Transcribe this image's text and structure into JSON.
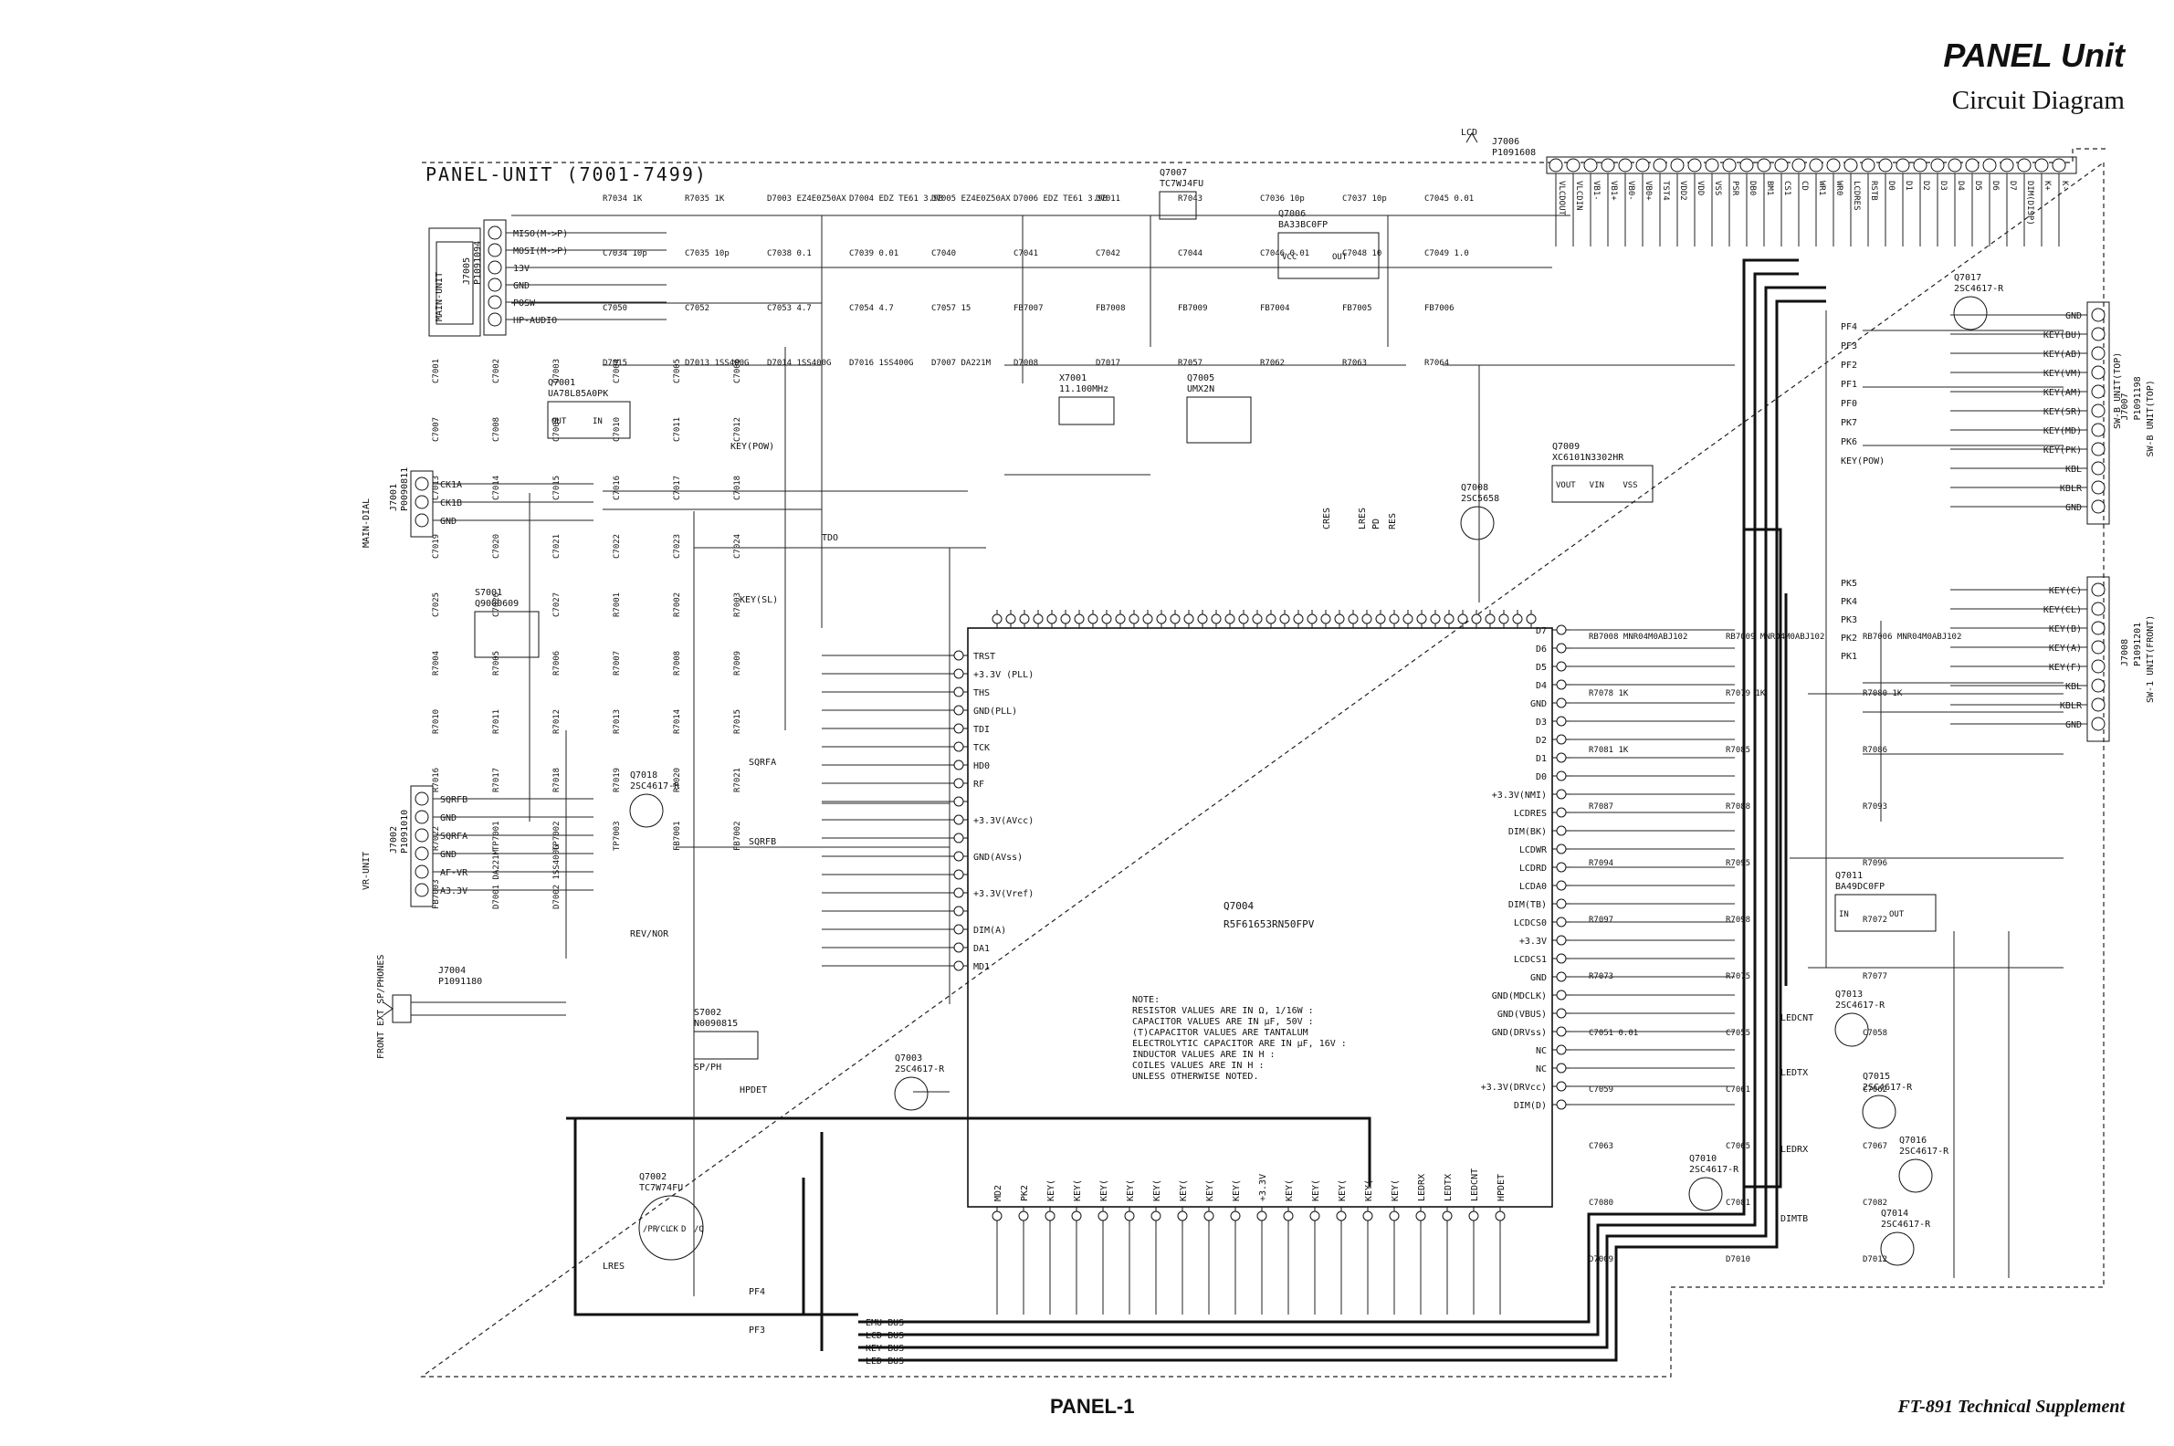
{
  "header": {
    "title": "PANEL Unit",
    "subtitle": "Circuit Diagram"
  },
  "footer": {
    "page": "PANEL-1",
    "doc": "FT-891 Technical Supplement"
  },
  "board": {
    "label": "PANEL-UNIT (7001-7499)"
  },
  "ic": {
    "ref": "Q7004",
    "part": "R5F61653RN50FPV",
    "left_pins": [
      "TRST",
      "+3.3V (PLL)",
      "THS",
      "GND(PLL)",
      "TDI",
      "TCK",
      "HD0",
      "RF",
      "",
      "+3.3V(AVcc)",
      "",
      "GND(AVss)",
      "",
      "+3.3V(Vref)",
      "",
      "DIM(A)",
      "DA1",
      "MD1"
    ],
    "right_pins": [
      "D7",
      "D6",
      "D5",
      "D4",
      "GND",
      "D3",
      "D2",
      "D1",
      "D0",
      "+3.3V(NMI)",
      "LCDRES",
      "DIM(BK)",
      "LCDWR",
      "LCDRD",
      "LCDA0",
      "DIM(TB)",
      "LCDCS0",
      "+3.3V",
      "LCDCS1",
      "GND",
      "GND(MDCLK)",
      "GND(VBUS)",
      "GND(DRVss)",
      "NC",
      "NC",
      "+3.3V(DRVcc)",
      "DIM(D)"
    ],
    "bottom_pins": [
      "MD2",
      "PK2",
      "KEY(",
      "KEY(",
      "KEY(",
      "KEY(",
      "KEY(",
      "KEY(",
      "KEY(",
      "KEY(",
      "+3.3V",
      "KEY(",
      "KEY(",
      "KEY(",
      "KEY(",
      "KEY(",
      "LEDRX",
      "LEDTX",
      "LEDCNT",
      "HPDET"
    ]
  },
  "connectors": {
    "j7005": {
      "ref": "J7005",
      "part": "P1091094",
      "side": "MAIN-UNIT",
      "pins": [
        "MISO(M->P)",
        "MOSI(M->P)",
        "13V",
        "GND",
        "POSW",
        "HP-AUDIO"
      ]
    },
    "j7001": {
      "ref": "J7001",
      "part": "P0090811",
      "side": "MAIN-DIAL",
      "pins": [
        "CK1A",
        "CK1B",
        "GND"
      ]
    },
    "j7002": {
      "ref": "J7002",
      "part": "P1091010",
      "side": "VR-UNIT",
      "pins": [
        "SQRFB",
        "GND",
        "SQRFA",
        "GND",
        "AF-VR",
        "A3.3V"
      ]
    },
    "j7004": {
      "ref": "J7004",
      "part": "P1091180",
      "side": "FRONT EXT SP/PHONES"
    },
    "j7006": {
      "ref": "J7006",
      "part": "P1091608",
      "top": "LCD",
      "pins": [
        "VLCDOUT",
        "VLCDIN",
        "VB1-",
        "VB1+",
        "VB0-",
        "VB0+",
        "TST4",
        "VDD2",
        "VDD",
        "VSS",
        "PSR",
        "DB0",
        "BM1",
        "CS1",
        "CD",
        "WR1",
        "WR0",
        "LCDRES",
        "RSTB",
        "D0",
        "D1",
        "D2",
        "D3",
        "D4",
        "D5",
        "D6",
        "D7",
        "DIM(DISP)",
        "K+",
        "K-"
      ]
    },
    "j7007": {
      "ref": "J7007",
      "part": "P1091198",
      "side": "SW-B UNIT(TOP)",
      "pins": [
        "GND",
        "KEY(BU)",
        "KEY(AB)",
        "KEY(VM)",
        "KEY(AM)",
        "KEY(SR)",
        "KEY(MD)",
        "KEY(PK)",
        "KBL",
        "KBLR",
        "GND"
      ],
      "nets": [
        "PF4",
        "PF3",
        "PF2",
        "PF1",
        "PF0",
        "PK7",
        "PK6",
        "KEY(POW)"
      ]
    },
    "j7008": {
      "ref": "J7008",
      "part": "P1091201",
      "side": "SW-1 UNIT(FRONT)",
      "pins": [
        "KEY(C)",
        "KEY(CL)",
        "KEY(B)",
        "KEY(A)",
        "KEY(F)",
        "KBL",
        "KBLR",
        "GND"
      ],
      "nets": [
        "PK5",
        "PK4",
        "PK3",
        "PK2",
        "PK1"
      ]
    }
  },
  "components": {
    "q7001": {
      "ref": "Q7001",
      "part": "UA78L85A0PK",
      "pins": [
        "OUT",
        "IN"
      ]
    },
    "q7002": {
      "ref": "Q7002",
      "part": "TC7W74FU",
      "pins": [
        "/PR",
        "/CL",
        "CK",
        "D",
        "/Q"
      ]
    },
    "q7003": {
      "ref": "Q7003",
      "part": "2SC4617-R"
    },
    "q7005": {
      "ref": "Q7005",
      "part": "UMX2N"
    },
    "q7006": {
      "ref": "Q7006",
      "part": "BA33BC0FP",
      "pins": [
        "VCC",
        "OUT"
      ]
    },
    "q7007": {
      "ref": "Q7007",
      "part": "TC7WJ4FU"
    },
    "q7008": {
      "ref": "Q7008",
      "part": "2SC5658"
    },
    "q7009": {
      "ref": "Q7009",
      "part": "XC6101N3302HR",
      "pins": [
        "VOUT",
        "VIN",
        "VSS"
      ]
    },
    "q7010": {
      "ref": "Q7010",
      "part": "2SC4617-R"
    },
    "q7011": {
      "ref": "Q7011",
      "part": "BA49DC0FP",
      "pins": [
        "IN",
        "OUT"
      ]
    },
    "q7013": {
      "ref": "Q7013",
      "part": "2SC4617-R"
    },
    "q7014": {
      "ref": "Q7014",
      "part": "2SC4617-R"
    },
    "q7015": {
      "ref": "Q7015",
      "part": "2SC4617-R"
    },
    "q7016": {
      "ref": "Q7016",
      "part": "2SC4617-R"
    },
    "q7017": {
      "ref": "Q7017",
      "part": "2SC4617-R"
    },
    "q7018": {
      "ref": "Q7018",
      "part": "2SC4617-R"
    },
    "x7001": {
      "ref": "X7001",
      "value": "11.100MHz"
    },
    "s7001": {
      "ref": "S7001",
      "part": "Q9000609"
    },
    "s7002": {
      "ref": "S7002",
      "part": "N0090815",
      "label": "SP/PH"
    }
  },
  "nets": {
    "left": [
      "KEY(POW)",
      "KEY(SL)",
      "TDO",
      "SQRFA",
      "SQRFB",
      "HPDET",
      "LRES",
      "PF4",
      "PF3",
      "REV/NOR",
      "CRES",
      "LRES",
      "RES",
      "PD"
    ],
    "bus": [
      "EMU BUS",
      "LCD BUS",
      "KEY BUS",
      "LED BUS"
    ],
    "led": [
      "LEDCNT",
      "LEDTX",
      "LEDRX",
      "DIMTB"
    ]
  },
  "note": {
    "lines": [
      "NOTE:",
      "RESISTOR VALUES ARE IN Ω, 1/16W :",
      "CAPACITOR VALUES ARE IN μF, 50V :",
      "(T)CAPACITOR VALUES ARE TANTALUM",
      "ELECTROLYTIC CAPACITOR ARE IN μF, 16V :",
      "INDUCTOR VALUES ARE IN H :",
      "COILES VALUES ARE IN H :",
      "UNLESS OTHERWISE NOTED."
    ]
  },
  "refs": {
    "top": [
      "R7034 1K",
      "R7035 1K",
      "D7003 EZ4E0Z50AX",
      "D7004 EDZ TE61 3.9B",
      "D7005 EZ4E0Z50AX",
      "D7006 EDZ TE61 3.9B",
      "D7011",
      "R7043",
      "C7036 10p",
      "C7037 10p",
      "C7045 0.01",
      "C7034 10p",
      "C7035 10p",
      "C7038 0.1",
      "C7039 0.01",
      "C7040",
      "C7041",
      "C7042",
      "C7044",
      "C7046 0.01",
      "C7048 10",
      "C7049 1.0",
      "C7050",
      "C7052",
      "C7053 4.7",
      "C7054 4.7",
      "C7057 15",
      "FB7007",
      "FB7008",
      "FB7009",
      "FB7004",
      "FB7005",
      "FB7006",
      "D7015",
      "D7013 1SS400G",
      "D7014 1SS400G",
      "D7016 1SS400G",
      "D7007 DA221M",
      "D7008",
      "D7017",
      "R7057",
      "R7062",
      "R7063",
      "R7064"
    ],
    "left": [
      "C7001",
      "C7002",
      "C7003",
      "C7004",
      "C7005",
      "C7006",
      "C7007",
      "C7008",
      "C7009",
      "C7010",
      "C7011",
      "C7012",
      "C7013",
      "C7014",
      "C7015",
      "C7016",
      "C7017",
      "C7018",
      "C7019",
      "C7020",
      "C7021",
      "C7022",
      "C7023",
      "C7024",
      "C7025",
      "C7026",
      "C7027",
      "R7001",
      "R7002",
      "R7003",
      "R7004",
      "R7005",
      "R7006",
      "R7007",
      "R7008",
      "R7009",
      "R7010",
      "R7011",
      "R7012",
      "R7013",
      "R7014",
      "R7015",
      "R7016",
      "R7017",
      "R7018",
      "R7019",
      "R7020",
      "R7021",
      "R7022",
      "TP7001",
      "TP7002",
      "TP7003",
      "FB7001",
      "FB7002",
      "FB7003",
      "D7001 DA221M",
      "D7002 1SS400G"
    ],
    "right": [
      "RB7008 MNR04M0ABJ102",
      "RB7009 MNR04M0ABJ102",
      "RB7006 MNR04M0ABJ102",
      "R7078 1K",
      "R7079 1K",
      "R7080 1K",
      "R7081 1K",
      "R7085",
      "R7086",
      "R7087",
      "R7088",
      "R7093",
      "R7094",
      "R7095",
      "R7096",
      "R7097",
      "R7098",
      "R7072",
      "R7073",
      "R7075",
      "R7077",
      "C7051 0.01",
      "C7055",
      "C7058",
      "C7059",
      "C7061",
      "C7062",
      "C7063",
      "C7065",
      "C7067",
      "C7080",
      "C7081",
      "C7082",
      "D7009",
      "D7010",
      "D7012"
    ]
  }
}
